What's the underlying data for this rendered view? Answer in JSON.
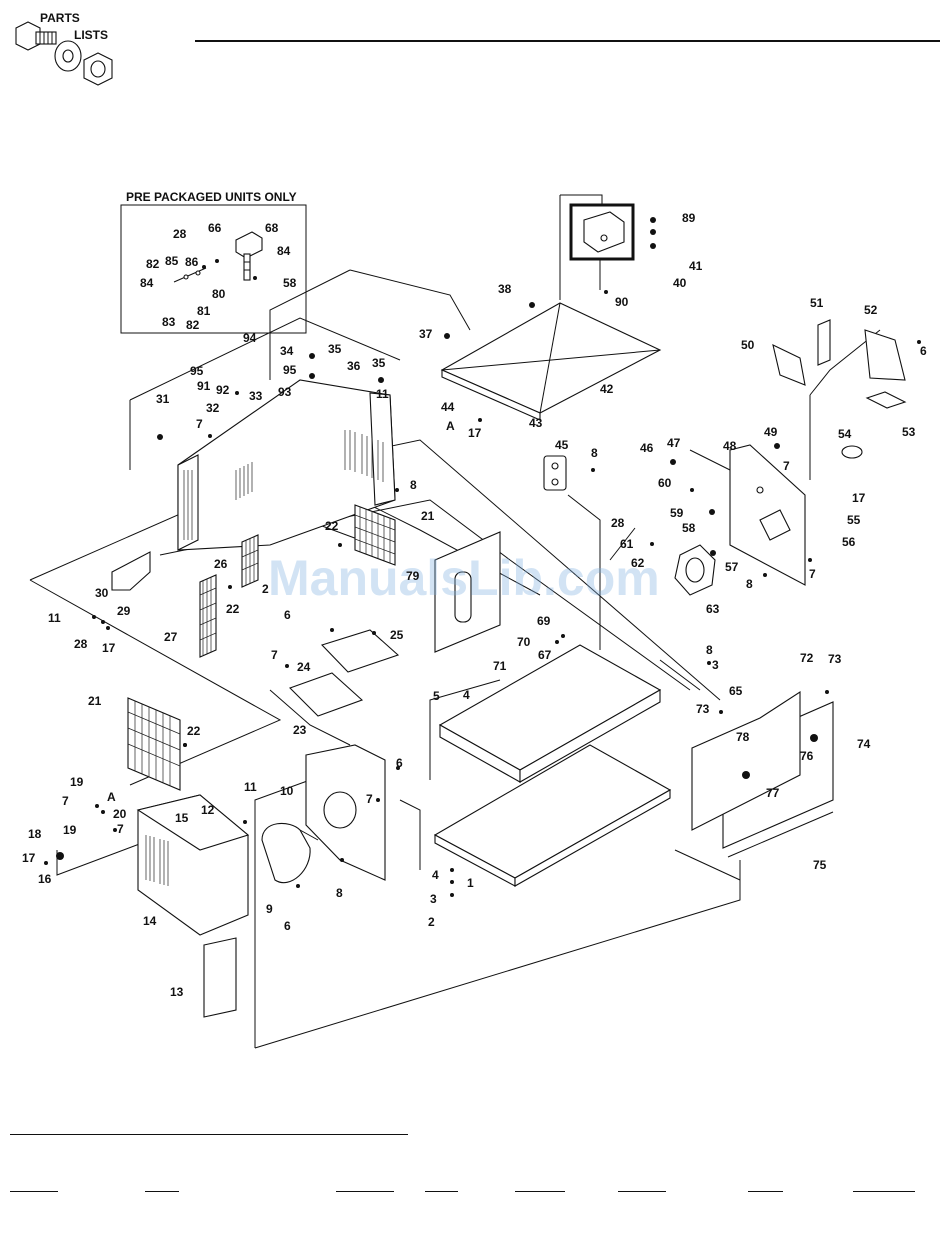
{
  "header": {
    "logo_text_line1": "PARTS",
    "logo_text_line2": "LISTS",
    "logo_icon": "hardware-bolt-washer-nut-icon"
  },
  "inset": {
    "title": "PRE PACKAGED UNITS ONLY"
  },
  "watermark": "ManualsLib.com",
  "callouts": {
    "c1": "1",
    "c2a": "2",
    "c2b": "2",
    "c3a": "3",
    "c3b": "3",
    "c4a": "4",
    "c4b": "4",
    "c5": "5",
    "c6a": "6",
    "c6b": "6",
    "c6c": "6",
    "c6d": "6",
    "c7a": "7",
    "c7b": "7",
    "c7c": "7",
    "c7d": "7",
    "c7e": "7",
    "c7f": "7",
    "c7g": "7",
    "c8a": "8",
    "c8b": "8",
    "c8c": "8",
    "c8d": "8",
    "c8e": "8",
    "c9": "9",
    "c10": "10",
    "c11a": "11",
    "c11b": "11",
    "c11c": "11",
    "c12": "12",
    "c13": "13",
    "c14": "14",
    "c15": "15",
    "c16": "16",
    "c17a": "17",
    "c17b": "17",
    "c17c": "17",
    "c17d": "17",
    "c18": "18",
    "c19a": "19",
    "c19b": "19",
    "c20": "20",
    "c21a": "21",
    "c21b": "21",
    "c22a": "22",
    "c22b": "22",
    "c22c": "22",
    "c23": "23",
    "c24": "24",
    "c25": "25",
    "c26": "26",
    "c27": "27",
    "c28a": "28",
    "c28b": "28",
    "c28c": "28",
    "c29": "29",
    "c30": "30",
    "c31": "31",
    "c32": "32",
    "c33": "33",
    "c34": "34",
    "c35a": "35",
    "c35b": "35",
    "c36": "36",
    "c37": "37",
    "c38": "38",
    "c40": "40",
    "c41": "41",
    "c42": "42",
    "c43": "43",
    "c44": "44",
    "c45": "45",
    "c46": "46",
    "c47": "47",
    "c48": "48",
    "c49": "49",
    "c50": "50",
    "c51": "51",
    "c52": "52",
    "c53": "53",
    "c54": "54",
    "c55": "55",
    "c56": "56",
    "c57": "57",
    "c58a": "58",
    "c58b": "58",
    "c59": "59",
    "c60": "60",
    "c61": "61",
    "c62": "62",
    "c63": "63",
    "c65": "65",
    "c66": "66",
    "c67": "67",
    "c68": "68",
    "c69": "69",
    "c70": "70",
    "c71": "71",
    "c72": "72",
    "c73a": "73",
    "c73b": "73",
    "c74": "74",
    "c75": "75",
    "c76": "76",
    "c77": "77",
    "c78": "78",
    "c79": "79",
    "c80": "80",
    "c81": "81",
    "c82a": "82",
    "c82b": "82",
    "c83": "83",
    "c84a": "84",
    "c84b": "84",
    "c85": "85",
    "c86": "86",
    "c89": "89",
    "c90": "90",
    "c91": "91",
    "c92": "92",
    "c93": "93",
    "c94": "94",
    "c95a": "95",
    "c95b": "95",
    "cAa": "A",
    "cAb": "A"
  }
}
